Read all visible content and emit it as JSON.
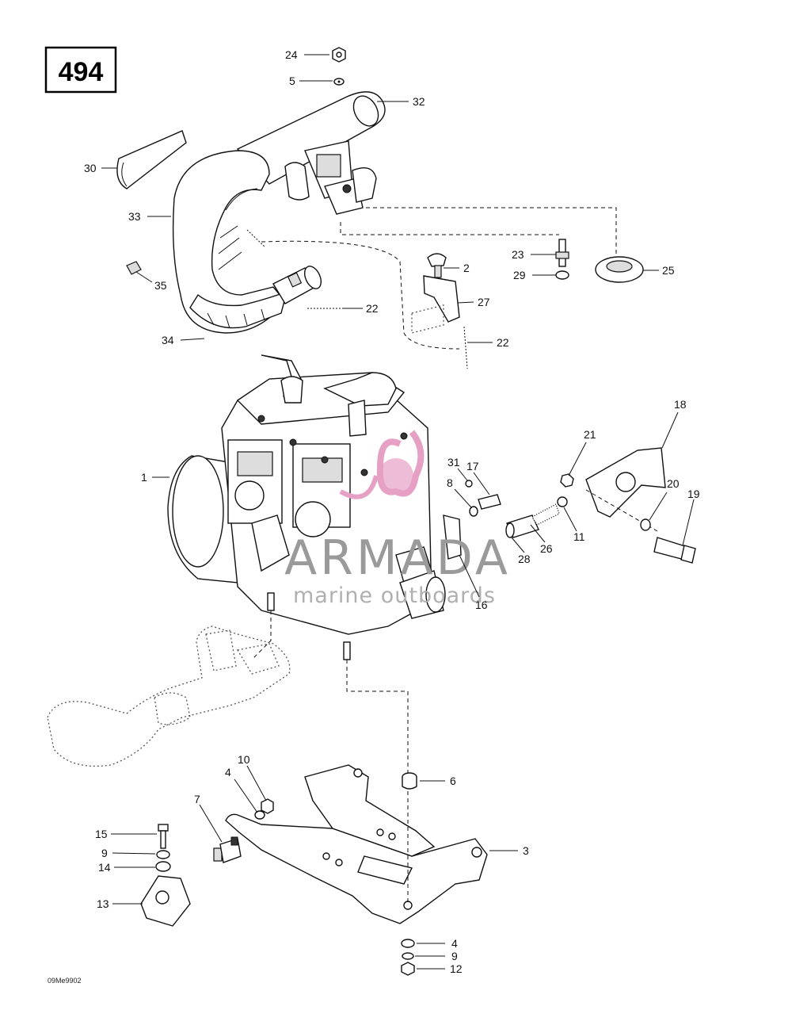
{
  "diagram_number": "494",
  "reference_code": "09Me9902",
  "watermark": {
    "brand": "ARMADA",
    "tagline": "marine outboards",
    "color": "#e6a0c4"
  },
  "callouts": [
    {
      "id": "c24a",
      "label": "24"
    },
    {
      "id": "c5",
      "label": "5"
    },
    {
      "id": "c32",
      "label": "32"
    },
    {
      "id": "c30",
      "label": "30"
    },
    {
      "id": "c33",
      "label": "33"
    },
    {
      "id": "c35",
      "label": "35"
    },
    {
      "id": "c34",
      "label": "34"
    },
    {
      "id": "c22a",
      "label": "22"
    },
    {
      "id": "c22b",
      "label": "22"
    },
    {
      "id": "c2",
      "label": "2"
    },
    {
      "id": "c27",
      "label": "27"
    },
    {
      "id": "c23",
      "label": "23"
    },
    {
      "id": "c29",
      "label": "29"
    },
    {
      "id": "c25",
      "label": "25"
    },
    {
      "id": "c18",
      "label": "18"
    },
    {
      "id": "c21",
      "label": "21"
    },
    {
      "id": "c1",
      "label": "1"
    },
    {
      "id": "c31",
      "label": "31"
    },
    {
      "id": "c17",
      "label": "17"
    },
    {
      "id": "c8",
      "label": "8"
    },
    {
      "id": "c20",
      "label": "20"
    },
    {
      "id": "c19",
      "label": "19"
    },
    {
      "id": "c11",
      "label": "11"
    },
    {
      "id": "c26",
      "label": "26"
    },
    {
      "id": "c28",
      "label": "28"
    },
    {
      "id": "c16",
      "label": "16"
    },
    {
      "id": "c6",
      "label": "6"
    },
    {
      "id": "c10",
      "label": "10"
    },
    {
      "id": "c4a",
      "label": "4"
    },
    {
      "id": "c7",
      "label": "7"
    },
    {
      "id": "c15",
      "label": "15"
    },
    {
      "id": "c9a",
      "label": "9"
    },
    {
      "id": "c14",
      "label": "14"
    },
    {
      "id": "c13",
      "label": "13"
    },
    {
      "id": "c3",
      "label": "3"
    },
    {
      "id": "c4b",
      "label": "4"
    },
    {
      "id": "c9b",
      "label": "9"
    },
    {
      "id": "c12",
      "label": "12"
    }
  ]
}
